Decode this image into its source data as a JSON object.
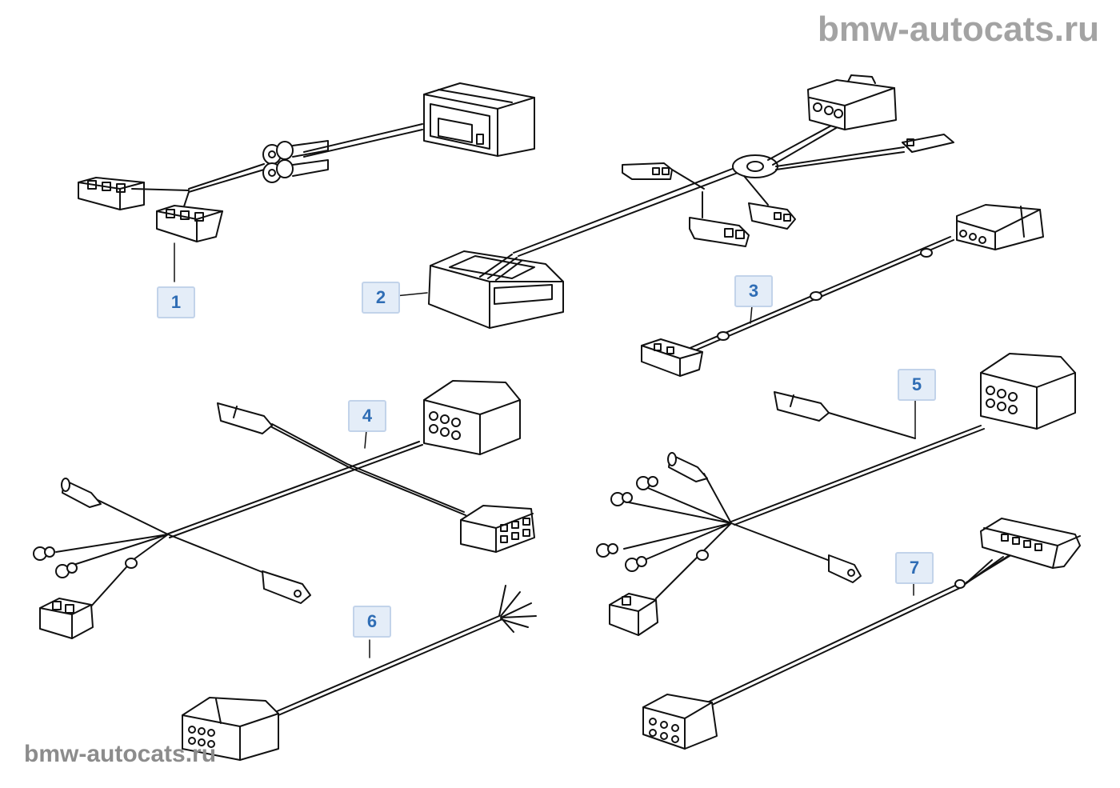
{
  "watermark": {
    "top": "bmw-autocats.ru",
    "bottom": "bmw-autocats.ru"
  },
  "callouts": [
    {
      "id": "1",
      "label": "1"
    },
    {
      "id": "2",
      "label": "2"
    },
    {
      "id": "3",
      "label": "3"
    },
    {
      "id": "4",
      "label": "4"
    },
    {
      "id": "5",
      "label": "5"
    },
    {
      "id": "6",
      "label": "6"
    },
    {
      "id": "7",
      "label": "7"
    }
  ],
  "colors": {
    "line": "#111111",
    "callout_fill": "#e4edf8",
    "callout_text": "#2f6db5",
    "watermark": "#a3a3a3"
  }
}
